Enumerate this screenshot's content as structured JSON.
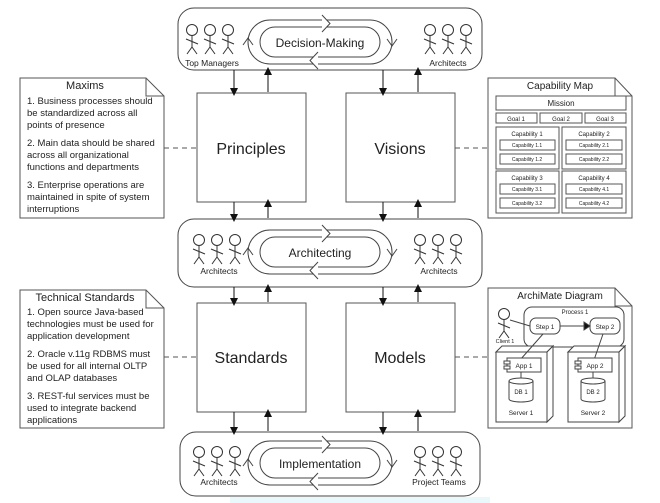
{
  "processes": {
    "top": {
      "label": "Decision-Making",
      "left_actors": "Top Managers",
      "right_actors": "Architects"
    },
    "middle": {
      "label": "Architecting",
      "left_actors": "Architects",
      "right_actors": "Architects"
    },
    "bottom": {
      "label": "Implementation",
      "left_actors": "Architects",
      "right_actors": "Project Teams"
    }
  },
  "artifacts": {
    "principles": "Principles",
    "visions": "Visions",
    "standards": "Standards",
    "models": "Models"
  },
  "maxims": {
    "title": "Maxims",
    "items": [
      "1. Business processes should be standardized across all points of presence",
      "2. Main data should be shared across all organizational functions and departments",
      "3. Enterprise operations are maintained in spite of system interruptions"
    ]
  },
  "technical_standards": {
    "title": "Technical Standards",
    "items": [
      "1. Open source Java-based technologies must be used for application development",
      "2. Oracle v.11g RDBMS must be used for all internal OLTP and OLAP databases",
      "3. REST-ful services must be used to integrate backend applications"
    ]
  },
  "capability_map": {
    "title": "Capability Map",
    "mission": "Mission",
    "goals": [
      "Goal 1",
      "Goal 2",
      "Goal 3"
    ],
    "capabilities": [
      {
        "name": "Capability 1",
        "subs": [
          "Capability 1.1",
          "Capability 1.2"
        ]
      },
      {
        "name": "Capability 2",
        "subs": [
          "Capability 2.1",
          "Capability 2.2"
        ]
      },
      {
        "name": "Capability 3",
        "subs": [
          "Capability 3.1",
          "Capability 3.2"
        ]
      },
      {
        "name": "Capability 4",
        "subs": [
          "Capability 4.1",
          "Capability 4.2"
        ]
      }
    ]
  },
  "archimate": {
    "title": "ArchiMate Diagram",
    "process": "Process 1",
    "client": "Client 1",
    "step1": "Step 1",
    "step2": "Step 2",
    "app1": "App 1",
    "app2": "App 2",
    "db1": "DB 1",
    "db2": "DB 2",
    "server1": "Server 1",
    "server2": "Server 2"
  }
}
